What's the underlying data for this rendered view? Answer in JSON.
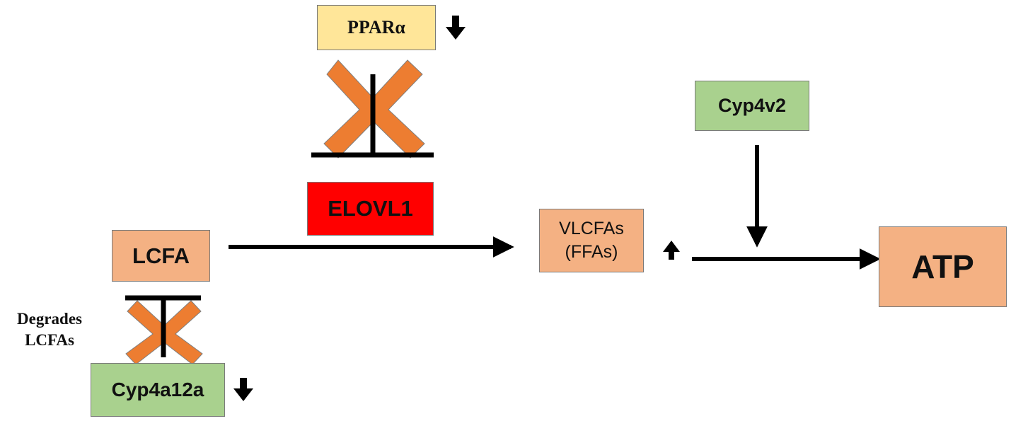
{
  "nodes": {
    "ppara": "PPARα",
    "elovl1": "ELOVL1",
    "lcfa": "LCFA",
    "vlcfas_line1": "VLCFAs",
    "vlcfas_line2": "(FFAs)",
    "cyp4v2": "Cyp4v2",
    "atp": "ATP",
    "cyp4a12a": "Cyp4a12a"
  },
  "annotations": {
    "degrades_line1": "Degrades",
    "degrades_line2": "LCFAs"
  },
  "regulation": {
    "ppara": "down",
    "cyp4a12a": "down",
    "vlcfas": "up"
  },
  "colors": {
    "peach": "#f4b183",
    "yellow": "#ffe699",
    "green": "#a9d18e",
    "red": "#ff0000",
    "cross": "#ed7d31",
    "line": "#000000"
  }
}
